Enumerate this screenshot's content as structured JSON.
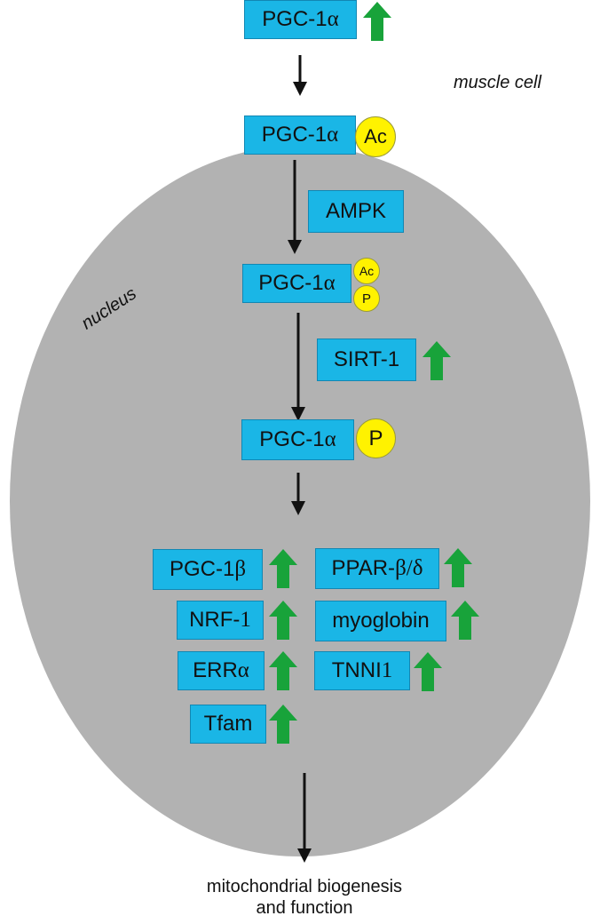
{
  "labels": {
    "muscle_cell": "muscle cell",
    "nucleus": "nucleus"
  },
  "boxes": {
    "pgc_top": {
      "name": "PGC-1",
      "greek": "α"
    },
    "pgc_ac": {
      "name": "PGC-1",
      "greek": "α"
    },
    "ampk": "AMPK",
    "pgc_ac_p": {
      "name": "PGC-1",
      "greek": "α"
    },
    "sirt1": "SIRT-1",
    "pgc_p": {
      "name": "PGC-1",
      "greek": "α"
    },
    "pgc1b": {
      "name": "PGC-1",
      "greek": "β"
    },
    "nrf1": {
      "name": "NRF-",
      "greek": "1"
    },
    "erra": {
      "name": "ERR",
      "greek": "α"
    },
    "tfam": "Tfam",
    "ppar": {
      "name": "PPAR-",
      "greek": "β/δ"
    },
    "myoglobin": "myoglobin",
    "tnni1": {
      "name": "TNNI ",
      "greek": "1"
    }
  },
  "modifications": {
    "ac_large": "Ac",
    "ac_small": "Ac",
    "p_small": "P",
    "p_large": "P"
  },
  "caption": {
    "line1": "mitochondrial biogenesis",
    "line2": "and function"
  },
  "colors": {
    "box_fill": "#1ab6e6",
    "modification_fill": "#fff200",
    "upregulation_arrow": "#18a33a",
    "nucleus_fill": "#b2b2b2",
    "flow_arrow": "#111111"
  },
  "icons": {
    "upregulation": "green-up-arrow",
    "flow": "black-down-arrow"
  }
}
